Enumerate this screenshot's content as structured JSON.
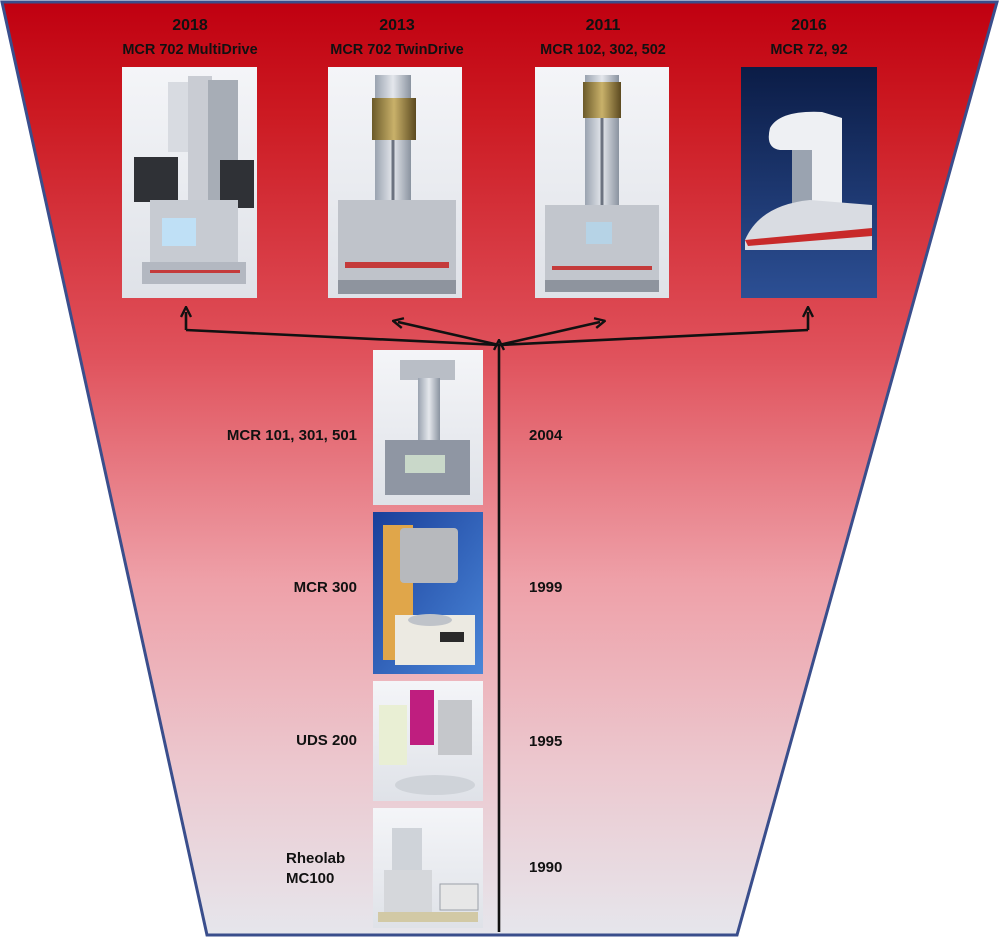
{
  "top_products": [
    {
      "year": "2018",
      "model": "MCR 702 MultiDrive",
      "photo": "rheometer-multidrive-photo"
    },
    {
      "year": "2013",
      "model": "MCR 702 TwinDrive",
      "photo": "rheometer-twindrive-photo"
    },
    {
      "year": "2011",
      "model": "MCR 102, 302, 502",
      "photo": "rheometer-mcr-102-photo"
    },
    {
      "year": "2016",
      "model": "MCR 72, 92",
      "photo": "rheometer-mcr-72-photo"
    }
  ],
  "timeline": [
    {
      "model": "MCR 101, 301, 501",
      "year": "2004",
      "photo": "rheometer-mcr-101-photo"
    },
    {
      "model": "MCR 300",
      "year": "1999",
      "photo": "rheometer-mcr-300-photo"
    },
    {
      "model": "UDS 200",
      "year": "1995",
      "photo": "rheometer-uds-200-photo"
    },
    {
      "model_line1": "Rheolab",
      "model_line2": "MC100",
      "year": "1990",
      "photo": "rheometer-rheolab-photo"
    }
  ],
  "colors": {
    "funnel_top": "#c40010",
    "funnel_mid": "#e88a92",
    "funnel_bottom": "#e8e8ee",
    "funnel_edge": "#3a4e8c",
    "arrow": "#111111"
  }
}
